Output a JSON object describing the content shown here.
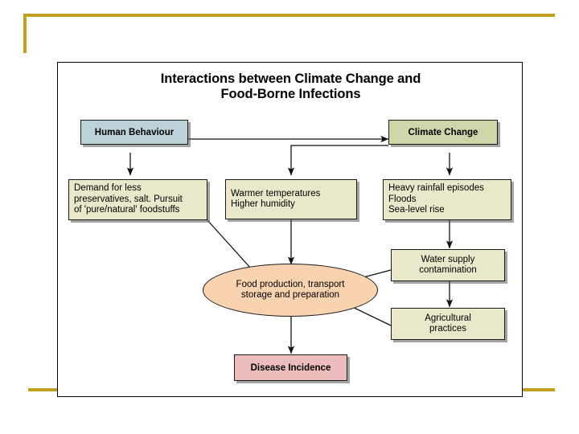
{
  "decor": {
    "gold_color": "#c2a01f",
    "panel_border": "#000000"
  },
  "diagram": {
    "type": "flowchart",
    "title_line1": "Interactions between Climate Change and",
    "title_line2": "Food-Borne Infections",
    "nodes": [
      {
        "id": "human_behaviour",
        "label": "Human Behaviour",
        "shape": "rect",
        "fill": "#bcd2d9",
        "style": "header"
      },
      {
        "id": "climate_change",
        "label": "Climate Change",
        "shape": "rect",
        "fill": "#ccd6a8",
        "style": "header"
      },
      {
        "id": "demand",
        "label": "Demand for less\npreservatives, salt. Pursuit\nof 'pure/natural' foodstuffs",
        "line1": "Demand for less",
        "line2": "preservatives, salt. Pursuit",
        "line3": "of 'pure/natural' foodstuffs",
        "shape": "rect",
        "fill": "#e9e8cb",
        "style": "body"
      },
      {
        "id": "warmer",
        "label": "Warmer temperatures\nHigher humidity",
        "line1": "Warmer temperatures",
        "line2": "Higher humidity",
        "shape": "rect",
        "fill": "#e9e8cb",
        "style": "body"
      },
      {
        "id": "rainfall",
        "label": "Heavy rainfall episodes\nFloods\nSea-level rise",
        "line1": "Heavy rainfall episodes",
        "line2": "Floods",
        "line3": "Sea-level rise",
        "shape": "rect",
        "fill": "#e9e8cb",
        "style": "body"
      },
      {
        "id": "water_supply",
        "label": "Water supply\ncontamination",
        "line1": "Water supply",
        "line2": "contamination",
        "shape": "rect",
        "fill": "#e9e8cb",
        "style": "body"
      },
      {
        "id": "agricultural",
        "label": "Agricultural\npractices",
        "line1": "Agricultural",
        "line2": "practices",
        "shape": "rect",
        "fill": "#e9e8cb",
        "style": "body"
      },
      {
        "id": "food_production",
        "label": "Food production, transport\nstorage and preparation",
        "line1": "Food production, transport",
        "line2": "storage and preparation",
        "shape": "ellipse",
        "fill": "#f9d2b0",
        "style": "body"
      },
      {
        "id": "disease_incidence",
        "label": "Disease Incidence",
        "shape": "rect",
        "fill": "#edbdbd",
        "style": "header"
      }
    ],
    "edges": [
      {
        "from": "human_behaviour",
        "to": "climate_change",
        "kind": "arrow"
      },
      {
        "from": "human_behaviour",
        "to": "demand",
        "kind": "arrow"
      },
      {
        "from": "climate_change",
        "to": "warmer",
        "kind": "arrow"
      },
      {
        "from": "climate_change",
        "to": "rainfall",
        "kind": "arrow"
      },
      {
        "from": "demand",
        "to": "food_production",
        "kind": "arrow"
      },
      {
        "from": "warmer",
        "to": "food_production",
        "kind": "arrow"
      },
      {
        "from": "rainfall",
        "to": "water_supply",
        "kind": "arrow"
      },
      {
        "from": "water_supply",
        "to": "food_production",
        "kind": "arrow"
      },
      {
        "from": "water_supply",
        "to": "agricultural",
        "kind": "arrow"
      },
      {
        "from": "agricultural",
        "to": "food_production",
        "kind": "arrow"
      },
      {
        "from": "food_production",
        "to": "disease_incidence",
        "kind": "arrow"
      }
    ]
  }
}
